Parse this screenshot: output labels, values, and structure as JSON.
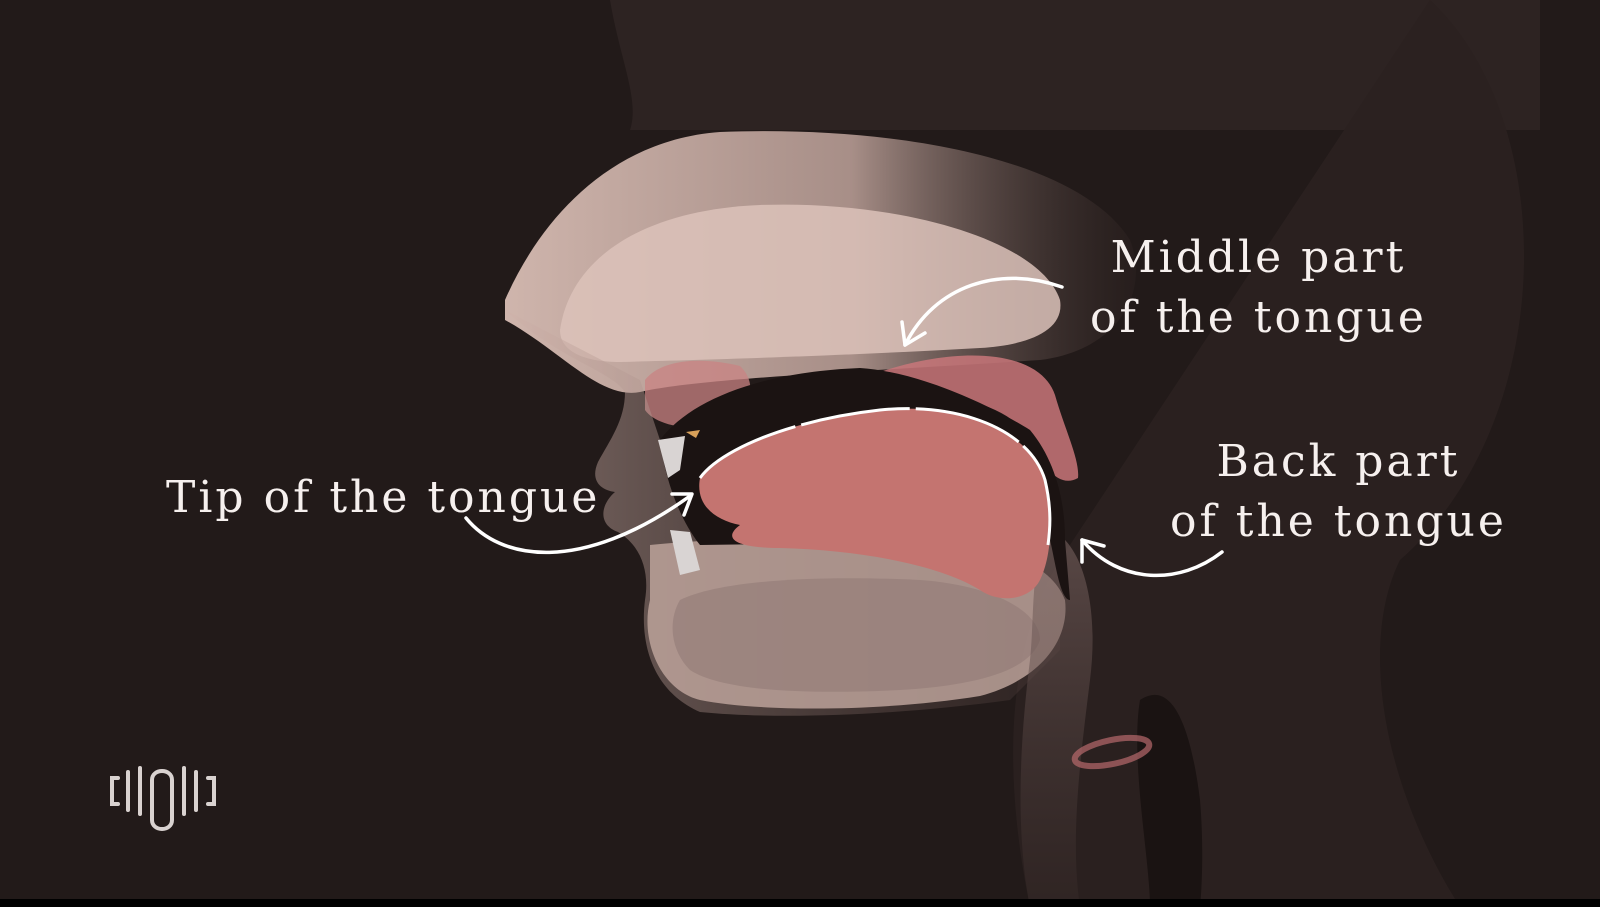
{
  "labels": {
    "tip": "Tip of the tongue",
    "middle_line1": "Middle part",
    "middle_line2": "of the tongue",
    "back_line1": "Back part",
    "back_line2": "of the tongue"
  },
  "colors": {
    "background": "#221a19",
    "tongue": "#c47470",
    "label_text": "#f6f0ee"
  },
  "icons": {
    "logo": "sound-wave-logo"
  }
}
